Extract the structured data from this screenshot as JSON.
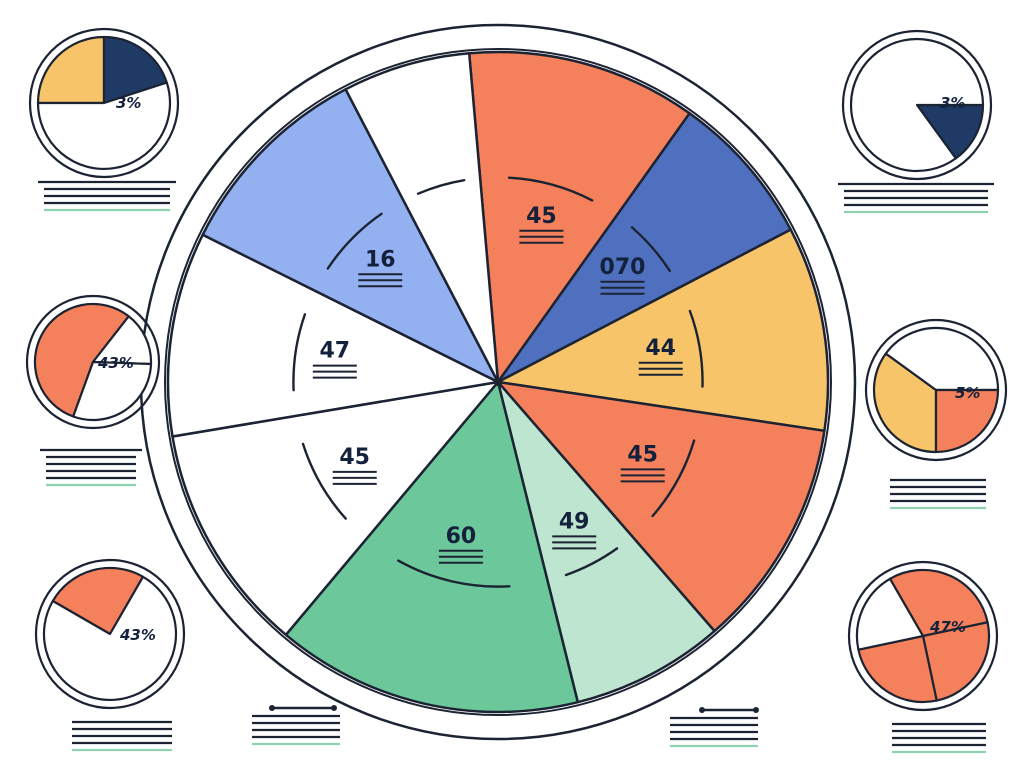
{
  "colors": {
    "orange": "#F4805C",
    "blue": "#4F6FBF",
    "yellow": "#F7C46A",
    "mint": "#BDE5CF",
    "green": "#6CC79A",
    "lightblue": "#93B0F0",
    "white": "#FFFFFF",
    "navy": "#203A66",
    "ink": "#1C2333"
  },
  "chart_data": [
    {
      "type": "pie",
      "slices": [
        {
          "label": "45",
          "value": 45,
          "color": "orange"
        },
        {
          "label": "070",
          "value": 30,
          "color": "blue"
        },
        {
          "label": "44",
          "value": 40,
          "color": "yellow"
        },
        {
          "label": "45",
          "value": 45,
          "color": "orange"
        },
        {
          "label": "49",
          "value": 30,
          "color": "mint"
        },
        {
          "label": "60",
          "value": 60,
          "color": "green"
        },
        {
          "label": "45",
          "value": 45,
          "color": "white"
        },
        {
          "label": "47",
          "value": 40,
          "color": "white"
        },
        {
          "label": "16",
          "value": 40,
          "color": "lightblue"
        },
        {
          "label": "",
          "value": 25,
          "color": "white"
        }
      ]
    },
    {
      "type": "pie",
      "slices": [
        {
          "label": "",
          "value": 25,
          "color": "yellow"
        },
        {
          "label": "",
          "value": 20,
          "color": "navy"
        },
        {
          "label": "",
          "value": 55,
          "color": "white"
        }
      ],
      "annotation": "3%"
    },
    {
      "type": "pie",
      "slices": [
        {
          "label": "",
          "value": 55,
          "color": "orange"
        },
        {
          "label": "",
          "value": 15,
          "color": "white"
        },
        {
          "label": "",
          "value": 30,
          "color": "white"
        }
      ],
      "annotation": "43%"
    },
    {
      "type": "pie",
      "slices": [
        {
          "label": "",
          "value": 25,
          "color": "orange"
        },
        {
          "label": "",
          "value": 75,
          "color": "white"
        }
      ],
      "annotation": "43%"
    },
    {
      "type": "pie",
      "slices": [
        {
          "label": "",
          "value": 15,
          "color": "navy"
        },
        {
          "label": "",
          "value": 85,
          "color": "white"
        }
      ],
      "annotation": "3%"
    },
    {
      "type": "pie",
      "slices": [
        {
          "label": "",
          "value": 35,
          "color": "yellow"
        },
        {
          "label": "",
          "value": 40,
          "color": "white"
        },
        {
          "label": "",
          "value": 25,
          "color": "orange"
        }
      ],
      "annotation": "5%"
    },
    {
      "type": "pie",
      "slices": [
        {
          "label": "",
          "value": 30,
          "color": "orange"
        },
        {
          "label": "",
          "value": 25,
          "color": "orange"
        },
        {
          "label": "",
          "value": 25,
          "color": "orange"
        },
        {
          "label": "",
          "value": 20,
          "color": "white"
        }
      ],
      "annotation": "47%"
    }
  ]
}
